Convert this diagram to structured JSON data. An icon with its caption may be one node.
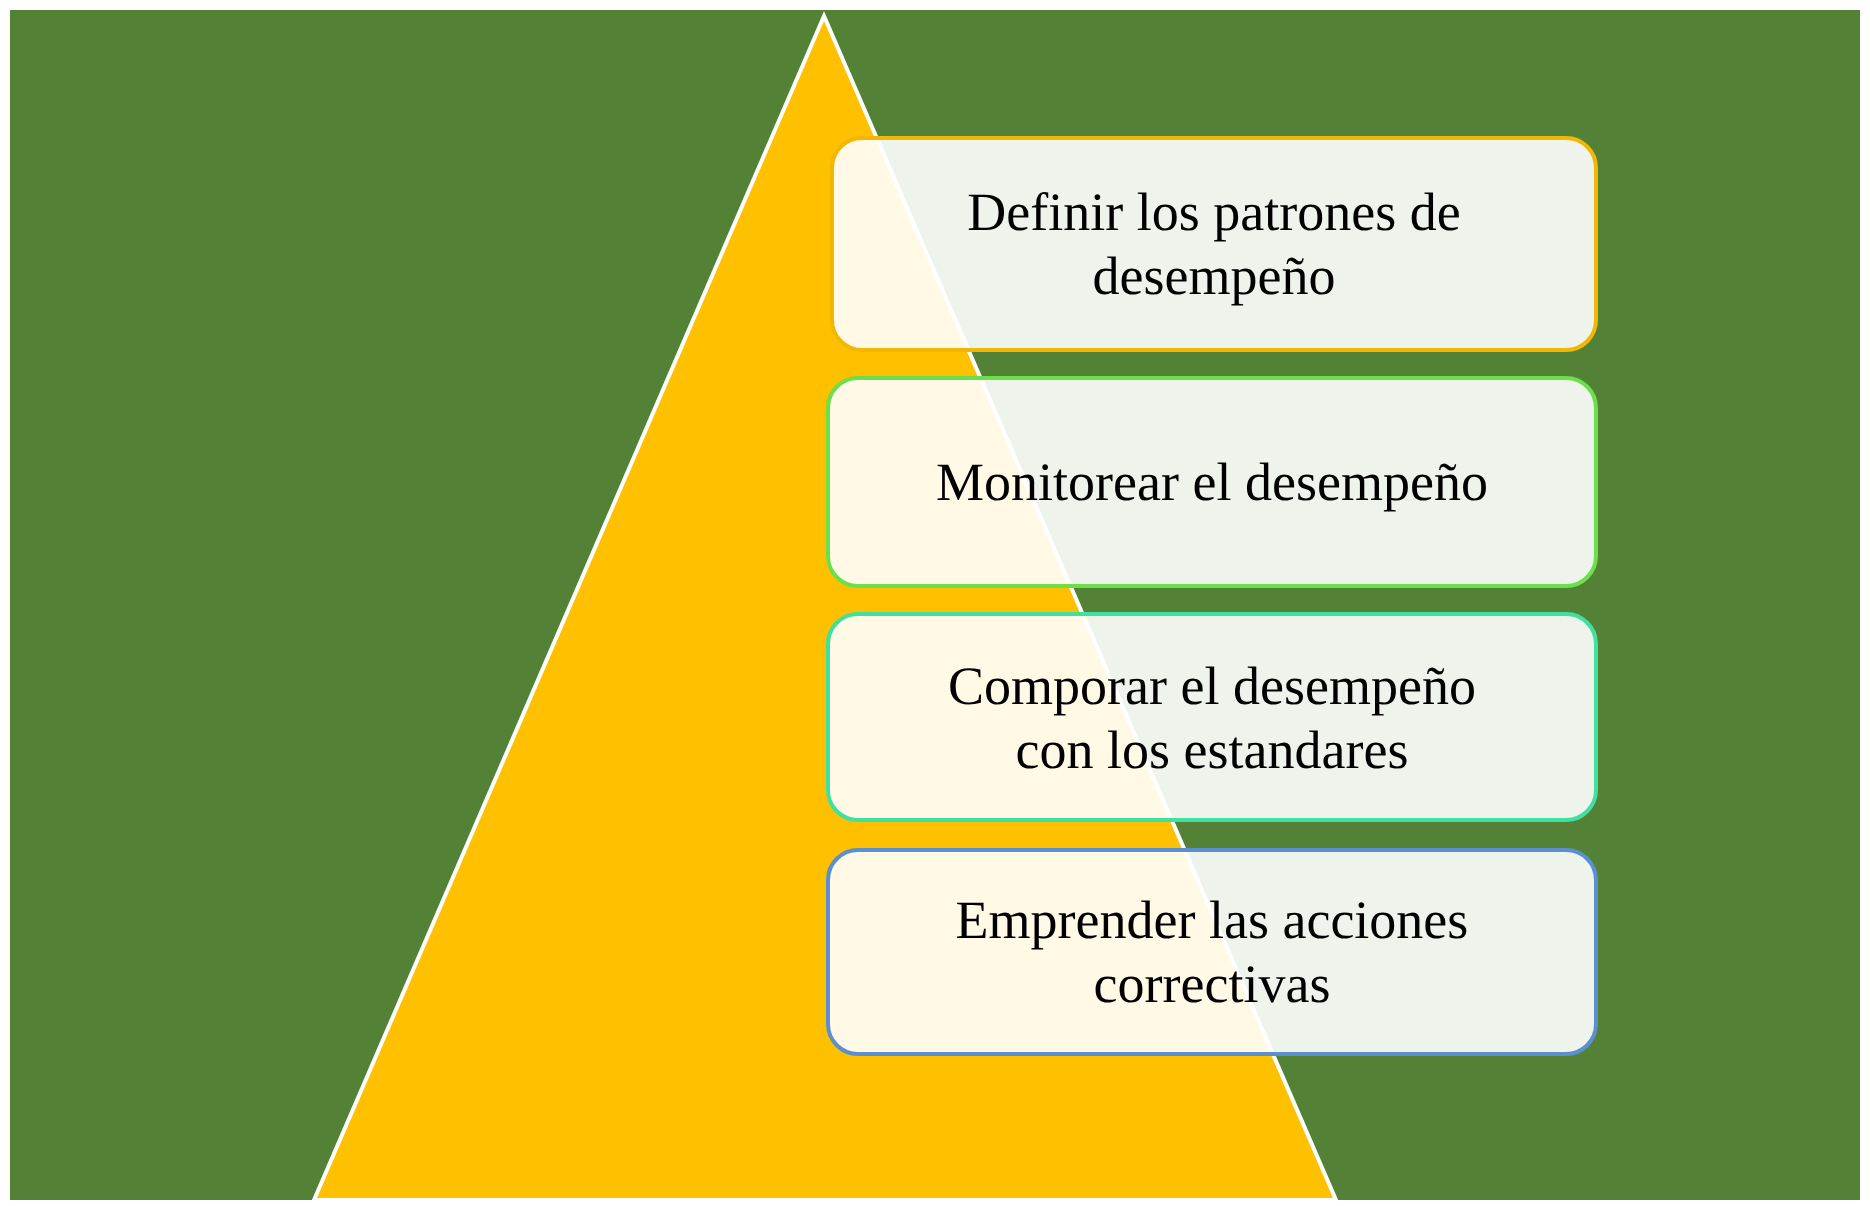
{
  "diagram": {
    "nodes": [
      {
        "text": [],
        "shape": "triangle"
      },
      {
        "text": [
          "Definir los patrones de desempeño"
        ]
      },
      {
        "text": [
          "Monitorear el desempeño"
        ]
      },
      {
        "text": [
          "Comporar el desempeño con los estandares"
        ]
      },
      {
        "text": [
          "Emprender las acciones correctivas"
        ]
      }
    ]
  }
}
